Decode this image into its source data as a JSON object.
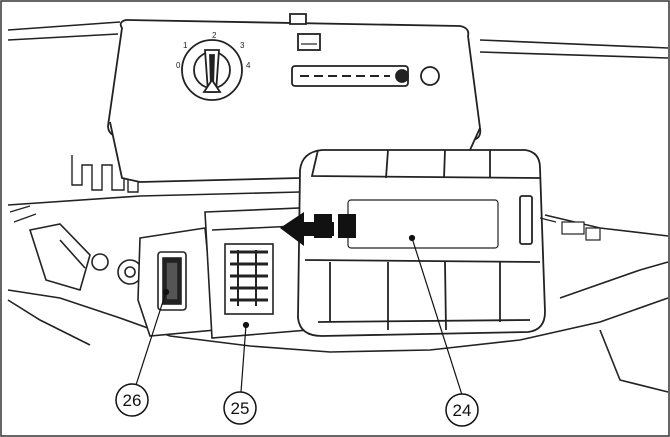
{
  "callouts": [
    {
      "id": "battery",
      "label": "24"
    },
    {
      "id": "slot",
      "label": "25"
    },
    {
      "id": "lock",
      "label": "26"
    }
  ],
  "dial": {
    "ticks": [
      "0",
      "1",
      "2",
      "3",
      "4"
    ]
  },
  "colors": {
    "line": "#222222",
    "fill": "#ffffff",
    "shade": "#e6e6e6",
    "dark": "#111111"
  }
}
